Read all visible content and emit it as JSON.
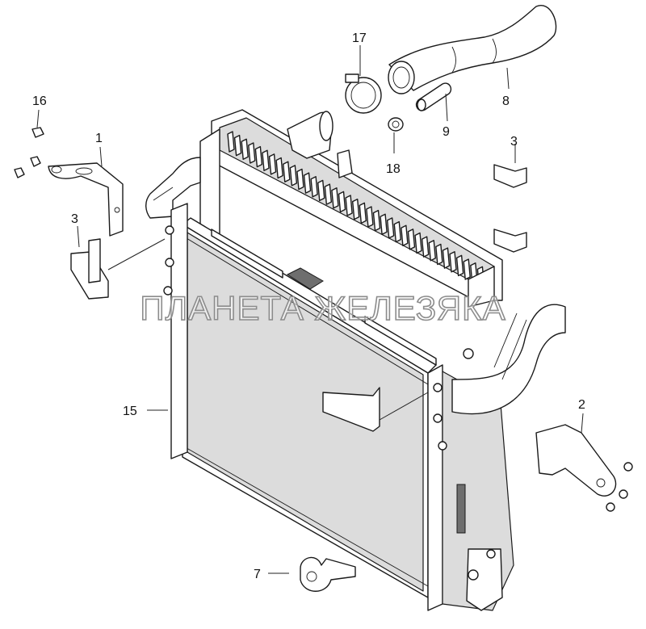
{
  "callouts": {
    "c1": "1",
    "c2": "2",
    "c3a": "3",
    "c3b": "3",
    "c7": "7",
    "c8": "8",
    "c9": "9",
    "c15": "15",
    "c16": "16",
    "c17": "17",
    "c18": "18"
  },
  "watermark": "ПЛАНЕТА ЖЕЛЕЗЯКА"
}
